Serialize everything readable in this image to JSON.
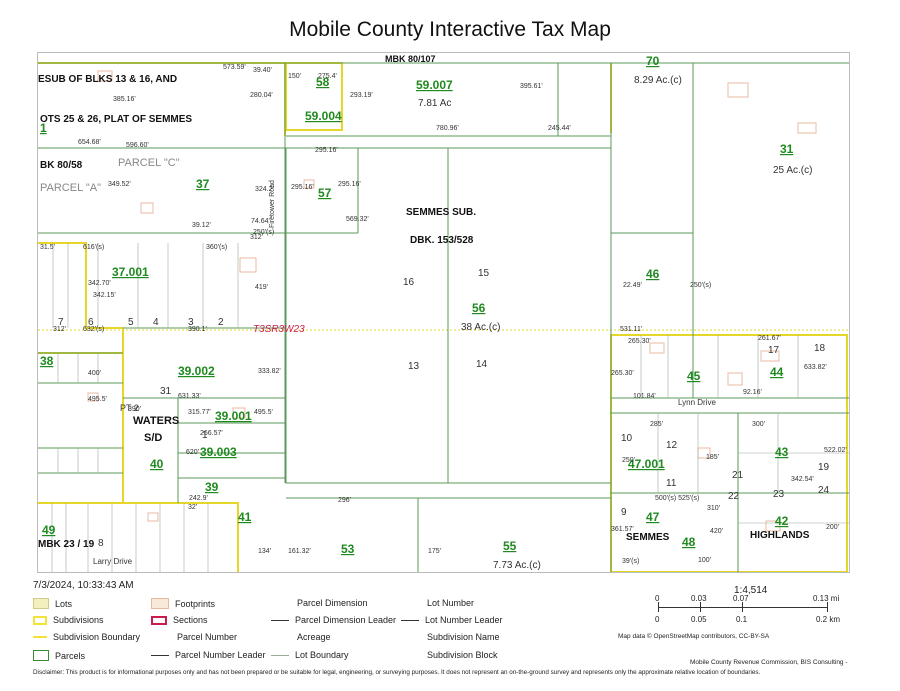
{
  "title": "Mobile County Interactive Tax Map",
  "timestamp": "7/3/2024, 10:33:43 AM",
  "scale": {
    "ratio": "1:4,514",
    "mi_ticks": [
      "0",
      "0.03",
      "0.07",
      "0.13 mi"
    ],
    "km_ticks": [
      "0",
      "0.05",
      "0.1",
      "0.2 km"
    ]
  },
  "map_data_credit": "Map data © OpenStreetMap contributors, CC-BY-SA",
  "commission_credit": "Mobile County Revenue Commission, BIS Consulting -",
  "disclaimer": "Disclaimer: This product is for informational purposes only and has not been prepared or be suitable for legal, engineering, or surveying purposes. It does not represent an on-the-ground survey and represents only the approximate relative location of boundaries.",
  "legend": {
    "lots": "Lots",
    "subdivisions": "Subdivisions",
    "subdivision_boundary": "Subdivision Boundary",
    "parcels": "Parcels",
    "footprints": "Footprints",
    "sections": "Sections",
    "parcel_number": "Parcel Number",
    "parcel_number_leader": "Parcel Number Leader",
    "parcel_dimension": "Parcel Dimension",
    "parcel_dimension_leader": "Parcel Dimension Leader",
    "acreage": "Acreage",
    "lot_boundary": "Lot Boundary",
    "lot_number": "Lot Number",
    "lot_number_leader": "Lot Number Leader",
    "subdivision_name": "Subdivision Name",
    "subdivision_block": "Subdivision Block"
  },
  "legend_colors": {
    "lots": "#f3f0bd",
    "subdivision": "#f2e33a",
    "sections": "#c81e4e",
    "parcels": "#3a8a3a",
    "footprints": "#e8b8a0"
  },
  "map": {
    "section_label": "T3SR3W23",
    "road_labels": [
      "Lynn Drive",
      "Larry Drive",
      "Firetower Road"
    ],
    "subdivision_texts": [
      "ESUB OF BLKS 13 & 16, AND",
      "OTS 25 & 26, PLAT OF SEMMES",
      "BK 80/58",
      "PARCEL \"C\"",
      "PARCEL \"A\"",
      "MBK 80/107",
      "SEMMES SUB.",
      "DBK. 153/528",
      "WATERS",
      "S/D",
      "MBK 23 / 19",
      "SEMMES",
      "HIGHLANDS",
      "PT 2"
    ],
    "acreage": [
      "7.81 Ac",
      "8.29 Ac.(c)",
      "25 Ac.(c)",
      "38 Ac.(c)",
      "7.73 Ac.(c)"
    ],
    "parcel_numbers": [
      "58",
      "59.004",
      "59.007",
      "70",
      "31",
      "37",
      "57",
      "37.001",
      "46",
      "56",
      "38",
      "39.002",
      "39.001",
      "39.003",
      "39",
      "40",
      "45",
      "44",
      "43",
      "47.001",
      "47",
      "48",
      "42",
      "41",
      "53",
      "55",
      "49",
      "1"
    ],
    "lot_numbers": [
      "16",
      "15",
      "13",
      "14",
      "7",
      "6",
      "5",
      "4",
      "3",
      "2",
      "12",
      "11",
      "10",
      "17",
      "18",
      "21",
      "22",
      "23",
      "24",
      "19",
      "9",
      "31",
      "1",
      "8"
    ],
    "dimensions": [
      "573.59'",
      "39.40'",
      "150'",
      "275.4'",
      "280.04'",
      "293.19'",
      "395.61'",
      "385.16'",
      "780.96'",
      "245.44'",
      "654.68'",
      "596.60'",
      "295.16'",
      "349.52'",
      "324.2'",
      "295.16'",
      "295.16'",
      "569.32'",
      "39.12'",
      "74.64'",
      "312'",
      "250'(s)",
      "31.5'",
      "616'(s)",
      "360'(s)",
      "342.70'",
      "342.15'",
      "419'",
      "22.49'",
      "250'(s)",
      "632'(s)",
      "312'",
      "390.1'",
      "531.11'",
      "265.30'",
      "261.67'",
      "265.30'",
      "333.82'",
      "633.82'",
      "390'",
      "631.33'",
      "101.84'",
      "92.16'",
      "315.77'",
      "495.5'",
      "285'",
      "300'",
      "266.57'",
      "250'",
      "185'",
      "522.02'",
      "620'",
      "342.54'",
      "242.9'",
      "500'(s) 525'(s)",
      "310'",
      "296'",
      "361.57'",
      "420'",
      "200'",
      "161.32'",
      "175'",
      "39'(s)",
      "100'",
      "134'",
      "32'",
      "400'",
      "495.5'"
    ]
  }
}
